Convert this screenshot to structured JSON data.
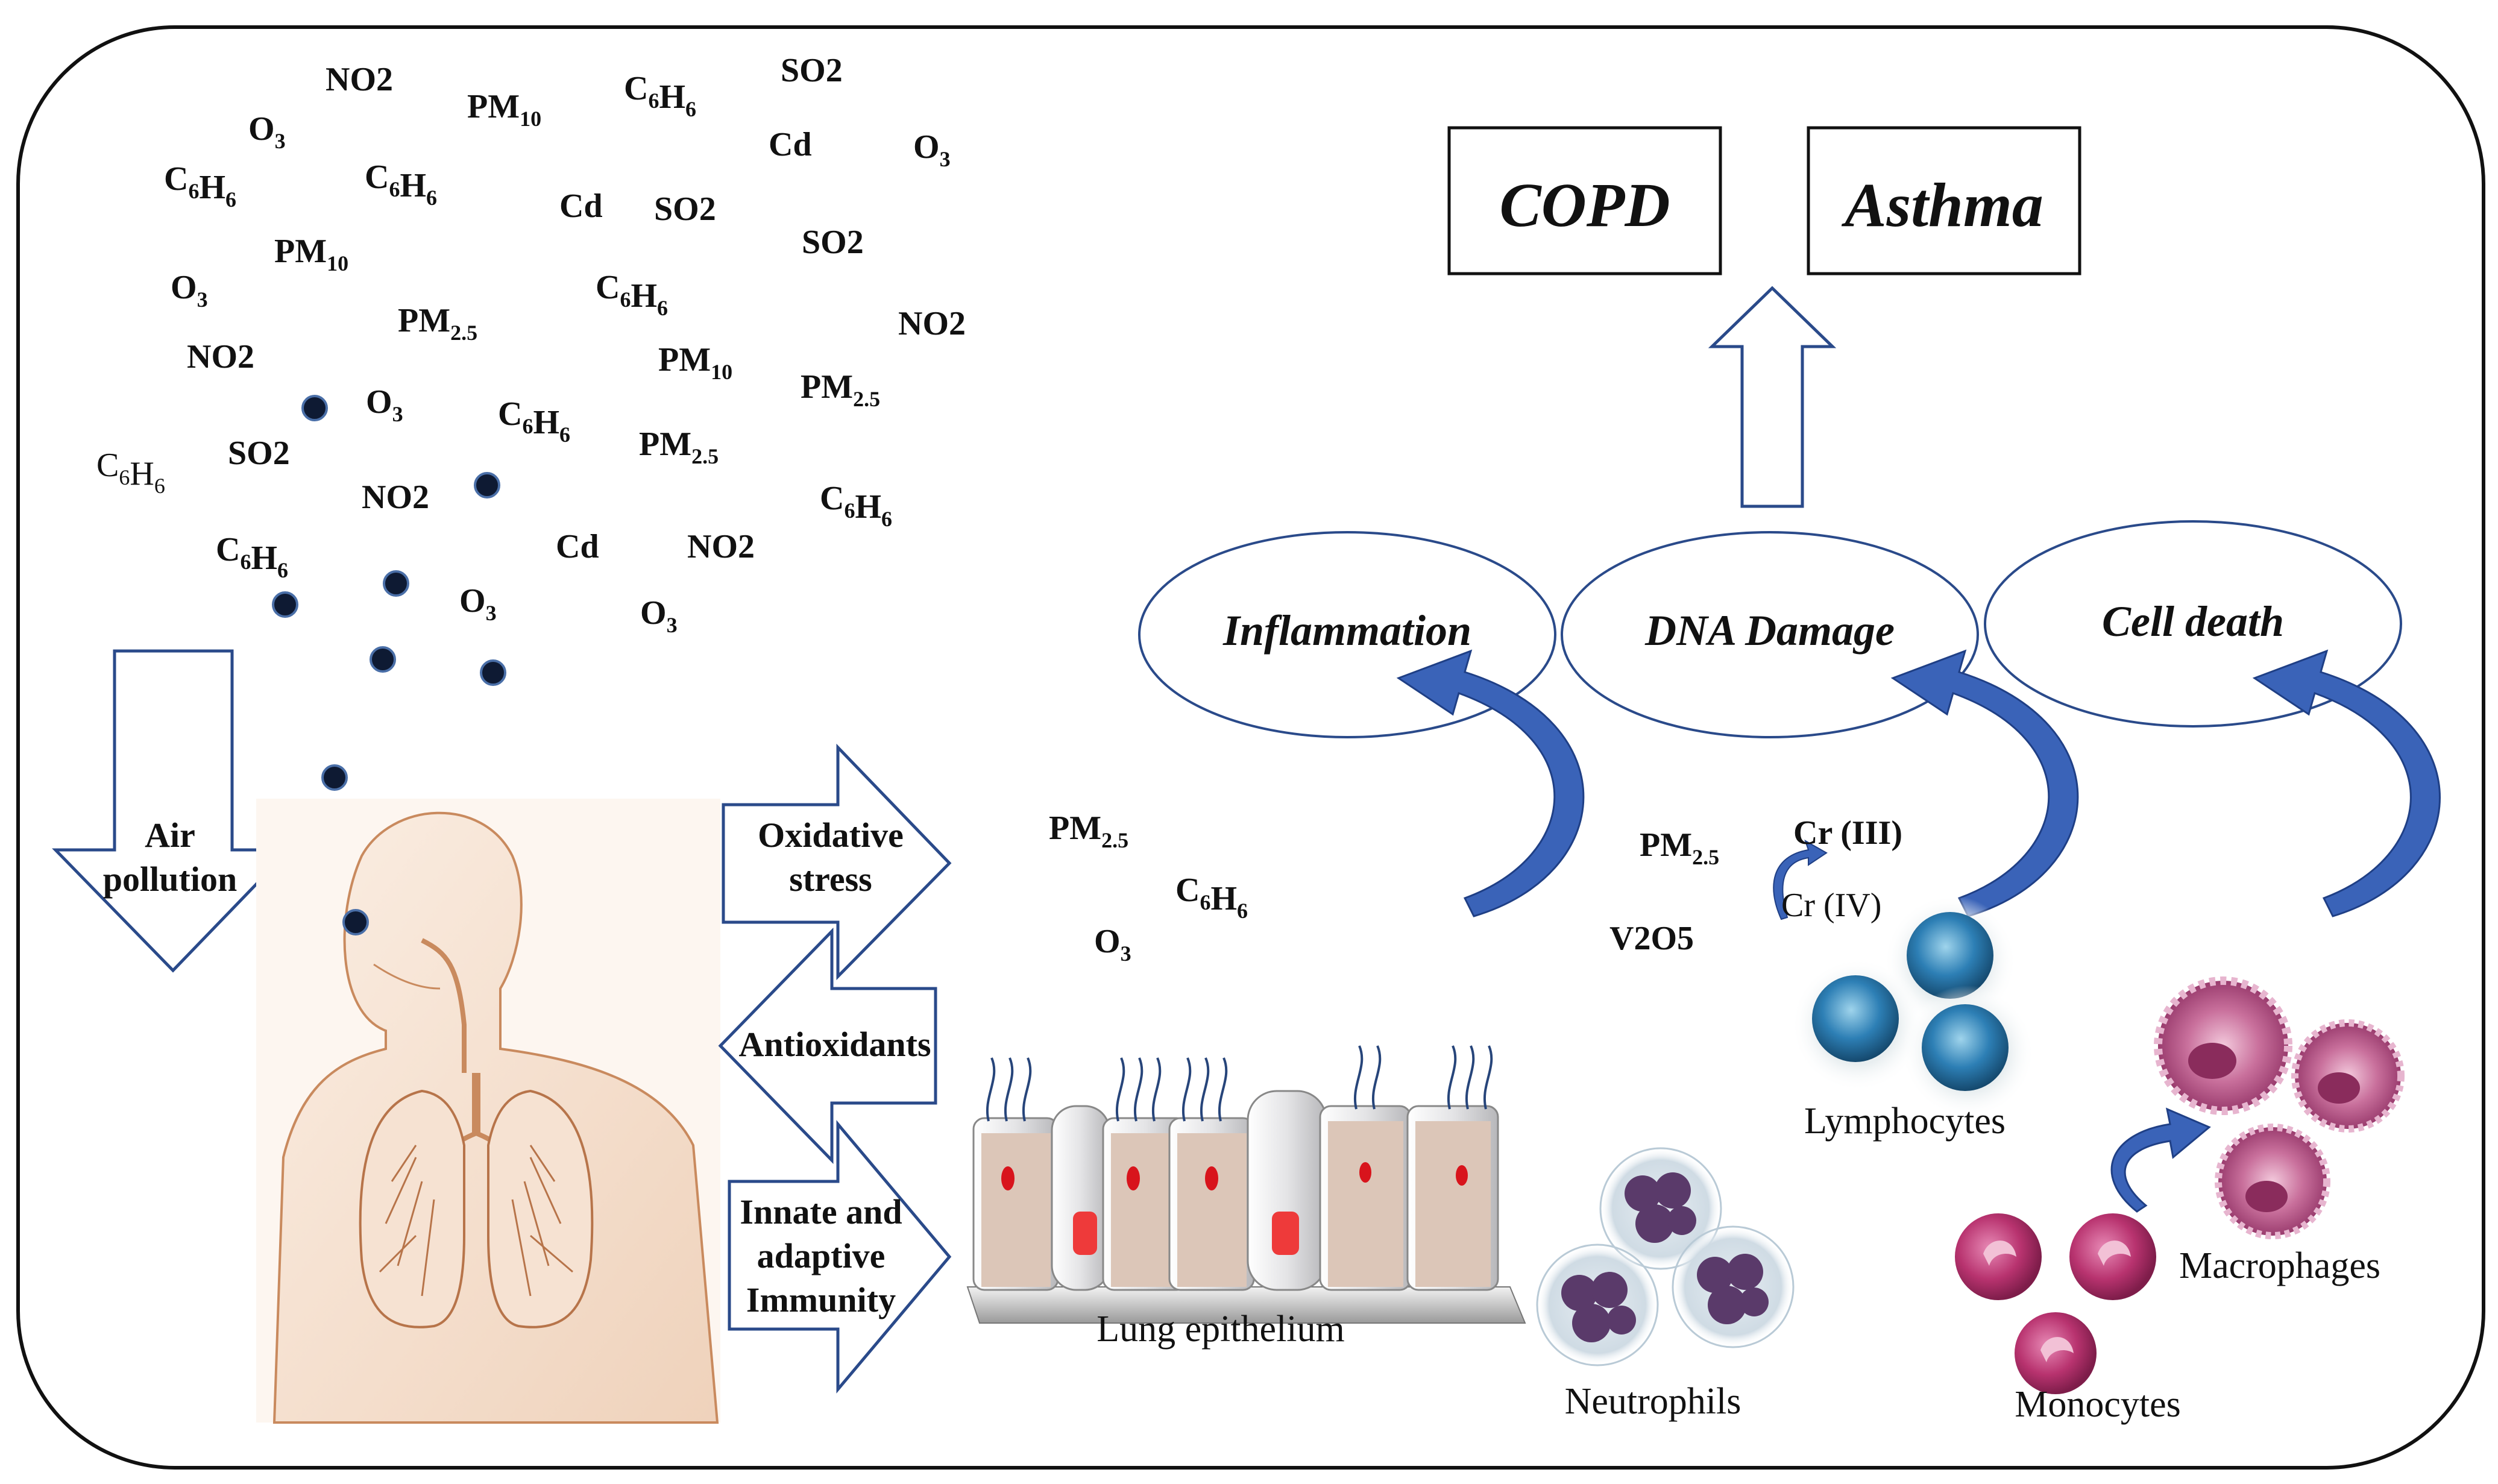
{
  "outcomes": {
    "copd": "COPD",
    "asthma": "Asthma"
  },
  "processes": {
    "inflammation": "Inflammation",
    "dna_damage": "DNA Damage",
    "cell_death": "Cell death"
  },
  "arrows": {
    "air_pollution": [
      "Air",
      "pollution"
    ],
    "oxidative_stress": [
      "Oxidative",
      "stress"
    ],
    "antioxidants": "Antioxidants",
    "immunity": [
      "Innate and",
      "adaptive",
      "Immunity"
    ]
  },
  "tissue": {
    "lung_epithelium": "Lung epithelium"
  },
  "cells": {
    "lymphocytes": "Lymphocytes",
    "neutrophils": "Neutrophils",
    "macrophages": "Macrophages",
    "monocytes": "Monocytes"
  },
  "pollutants": [
    {
      "base": "NO2",
      "sub": ""
    },
    {
      "base": "PM",
      "sub": "10"
    },
    {
      "base": "C",
      "sub": "6",
      "base2": "H",
      "sub2": "6"
    },
    {
      "base": "SO2",
      "sub": ""
    },
    {
      "base": "O",
      "sub": "3"
    },
    {
      "base": "Cd",
      "sub": ""
    },
    {
      "base": "O",
      "sub": "3"
    },
    {
      "base": "C",
      "sub": "6",
      "base2": "H",
      "sub2": "6"
    },
    {
      "base": "C",
      "sub": "6",
      "base2": "H",
      "sub2": "6"
    },
    {
      "base": "Cd",
      "sub": ""
    },
    {
      "base": "SO2",
      "sub": ""
    },
    {
      "base": "SO2",
      "sub": ""
    },
    {
      "base": "PM",
      "sub": "10"
    },
    {
      "base": "O",
      "sub": "3"
    },
    {
      "base": "C",
      "sub": "6",
      "base2": "H",
      "sub2": "6"
    },
    {
      "base": "PM",
      "sub": "2.5"
    },
    {
      "base": "NO2",
      "sub": ""
    },
    {
      "base": "NO2",
      "sub": ""
    },
    {
      "base": "PM",
      "sub": "10"
    },
    {
      "base": "PM",
      "sub": "2.5"
    },
    {
      "base": "O",
      "sub": "3"
    },
    {
      "base": "C",
      "sub": "6",
      "base2": "H",
      "sub2": "6"
    },
    {
      "base": "C",
      "sub": "6",
      "base2": "H",
      "sub2": "6"
    },
    {
      "base": "SO2",
      "sub": ""
    },
    {
      "base": "PM",
      "sub": "2.5"
    },
    {
      "base": "NO2",
      "sub": ""
    },
    {
      "base": "C",
      "sub": "6",
      "base2": "H",
      "sub2": "6"
    },
    {
      "base": "C",
      "sub": "6",
      "base2": "H",
      "sub2": "6"
    },
    {
      "base": "Cd",
      "sub": ""
    },
    {
      "base": "NO2",
      "sub": ""
    },
    {
      "base": "O",
      "sub": "3"
    },
    {
      "base": "O",
      "sub": "3"
    }
  ],
  "inner_pollutants": [
    {
      "base": "PM",
      "sub": "2.5"
    },
    {
      "base": "C",
      "sub": "6",
      "base2": "H",
      "sub2": "6"
    },
    {
      "base": "O",
      "sub": "3"
    },
    {
      "base": "PM",
      "sub": "2.5"
    },
    {
      "base": "V2O5",
      "sub": ""
    }
  ],
  "chromium": {
    "cr3": "Cr (III)",
    "cr4": "Cr (IV)"
  },
  "colors": {
    "curved_arrow": "#3a63b8",
    "block_arrow": "#2a4a8a",
    "particle": "#0e1a33",
    "skin": "#f3dcc8",
    "body_outline": "#c98a5e"
  }
}
